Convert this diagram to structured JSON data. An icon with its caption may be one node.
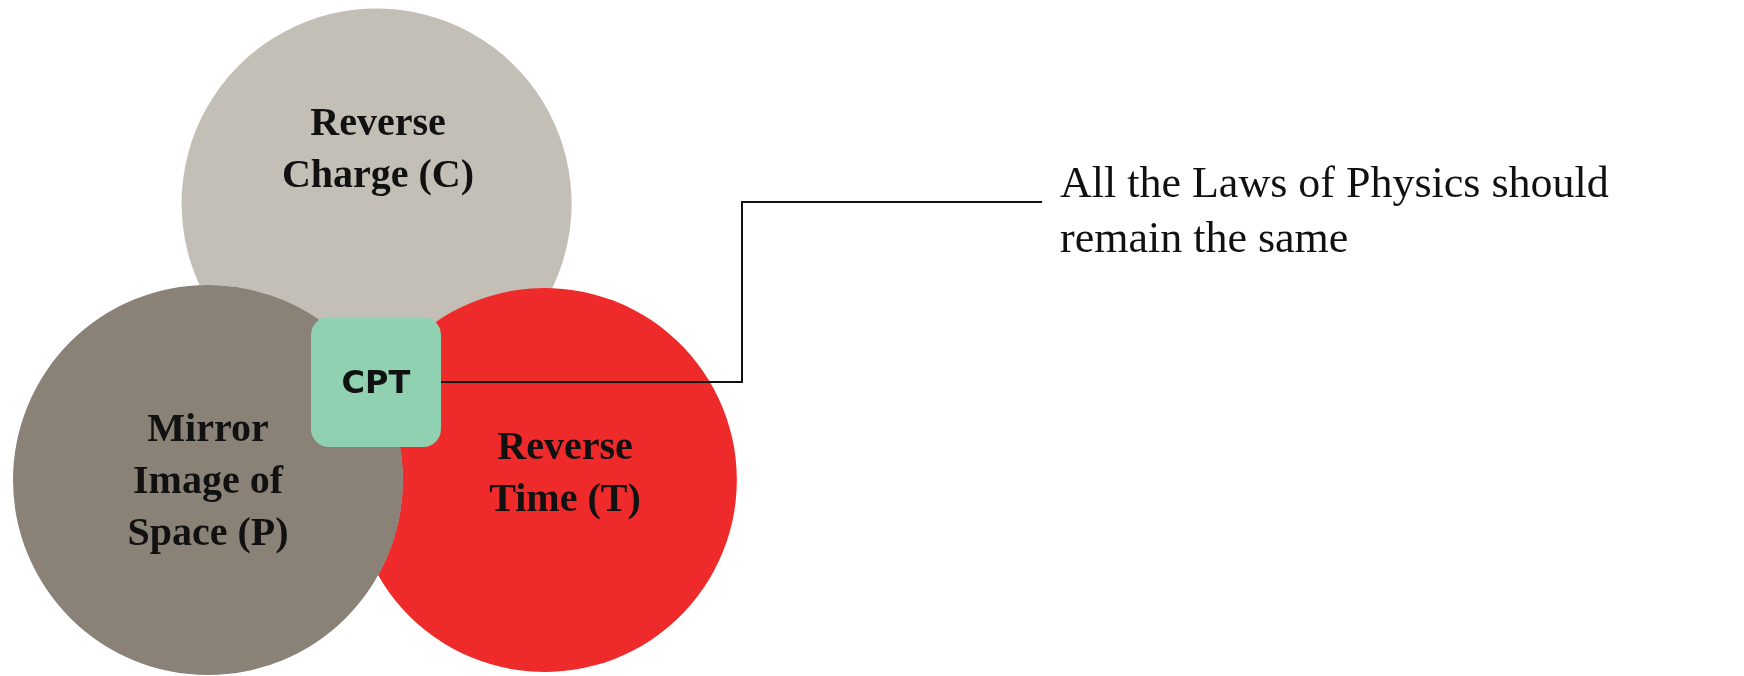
{
  "diagram": {
    "nodes": [
      {
        "text": [
          "Reverse Charge (C)"
        ]
      },
      {
        "text": [
          "CPT"
        ]
      },
      {
        "text": [
          "Mirror Image of Space (P)"
        ]
      },
      {
        "text": [
          "Reverse Time (T)"
        ]
      },
      {
        "text": [
          "All the Laws of Physics should remain the same"
        ]
      }
    ],
    "edges": [
      {
        "from": 1,
        "to": 4,
        "arrow": "none"
      }
    ]
  }
}
